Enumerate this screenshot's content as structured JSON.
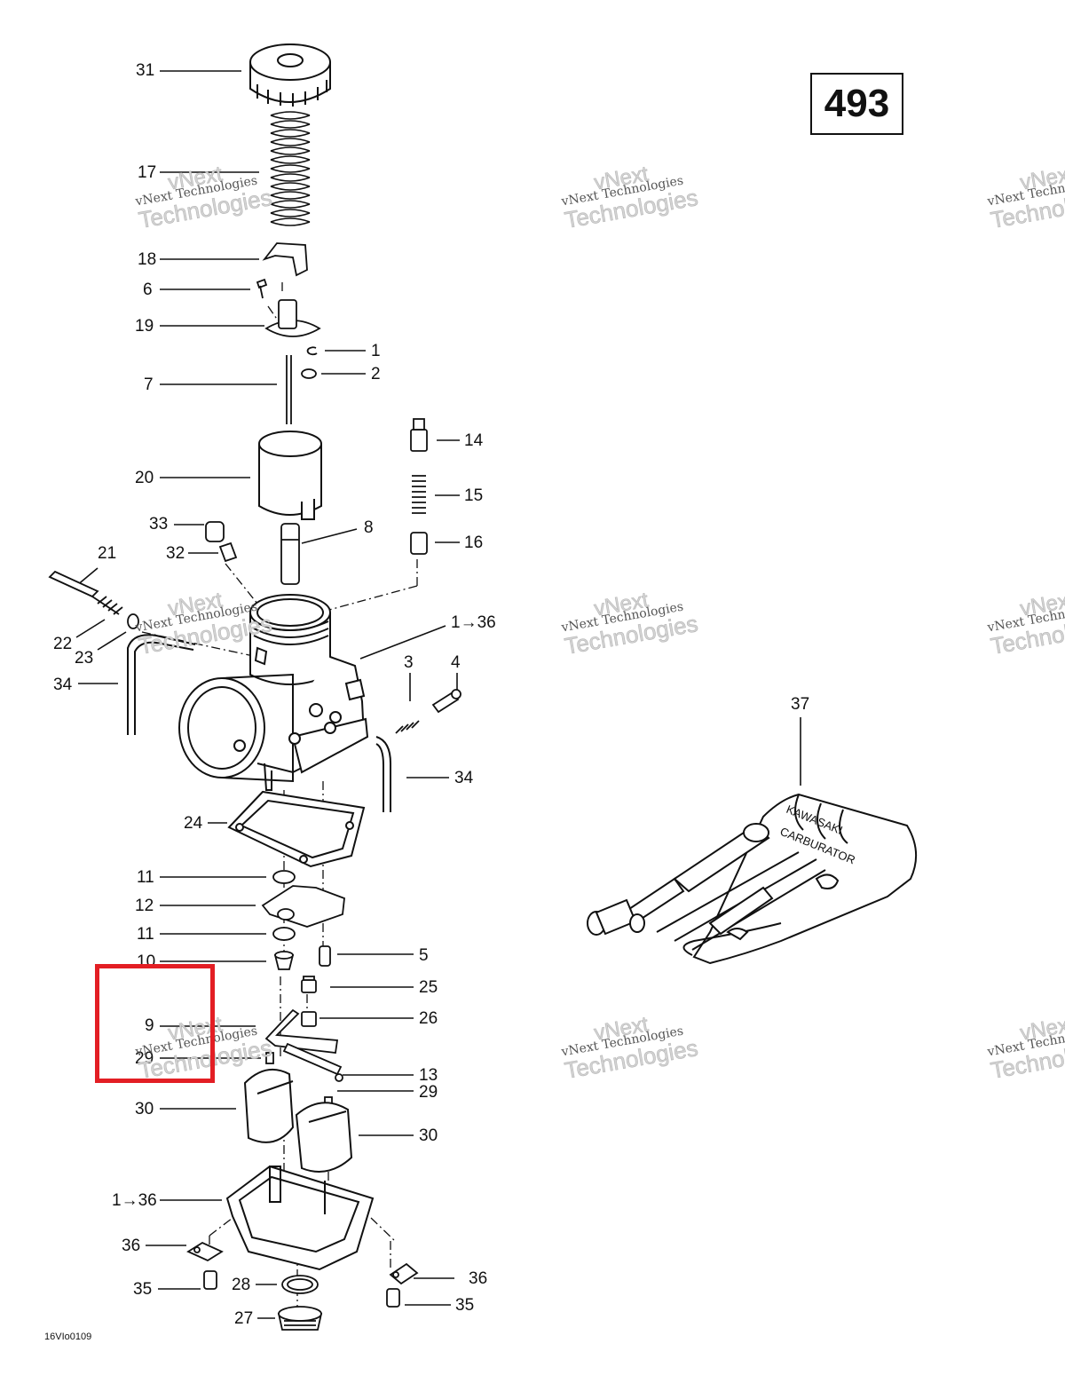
{
  "page_number": "493",
  "drawing_code": "16VIo0109",
  "watermark": {
    "line1": "vNext",
    "line2": "vNext Technologies",
    "line3": "Technologies"
  },
  "highlight_color": "#e31e24",
  "callouts": {
    "c31": "31",
    "c17": "17",
    "c18": "18",
    "c6": "6",
    "c19": "19",
    "c1": "1",
    "c2": "2",
    "c7": "7",
    "c14": "14",
    "c15": "15",
    "c20": "20",
    "c8": "8",
    "c16": "16",
    "c33": "33",
    "c32": "32",
    "c21": "21",
    "c22": "22",
    "c23": "23",
    "c1to36a": "1→36",
    "c3": "3",
    "c4": "4",
    "c34a": "34",
    "c34b": "34",
    "c37": "37",
    "c24": "24",
    "c11a": "11",
    "c12": "12",
    "c11b": "11",
    "c10": "10",
    "c5": "5",
    "c25": "25",
    "c9": "9",
    "c26": "26",
    "c29a": "29",
    "c13": "13",
    "c29b": "29",
    "c30a": "30",
    "c30b": "30",
    "c1to36b": "1→36",
    "c36a": "36",
    "c36b": "36",
    "c35a": "35",
    "c28": "28",
    "c35b": "35",
    "c27": "27"
  }
}
